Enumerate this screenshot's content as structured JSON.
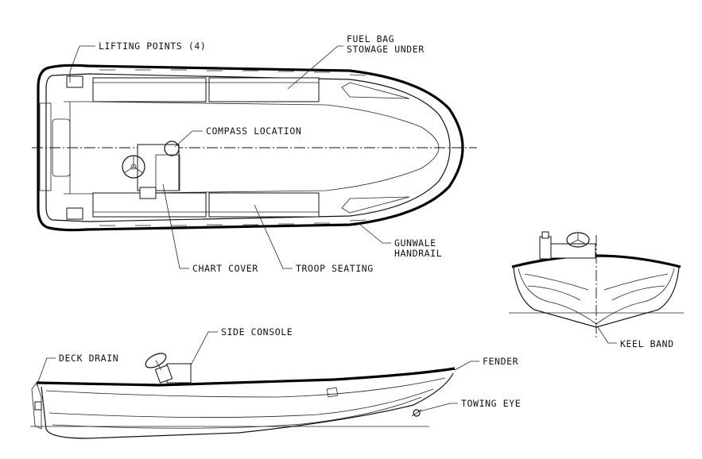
{
  "labels": {
    "lifting_points": "LIFTING POINTS (4)",
    "fuel_bag_line1": "FUEL BAG",
    "fuel_bag_line2": "STOWAGE UNDER",
    "compass_location": "COMPASS LOCATION",
    "gunwale_line1": "GUNWALE",
    "gunwale_line2": "HANDRAIL",
    "chart_cover": "CHART COVER",
    "troop_seating": "TROOP SEATING",
    "keel_band": "KEEL BAND",
    "side_console": "SIDE CONSOLE",
    "deck_drain": "DECK DRAIN",
    "fender": "FENDER",
    "towing_eye": "TOWING EYE"
  }
}
